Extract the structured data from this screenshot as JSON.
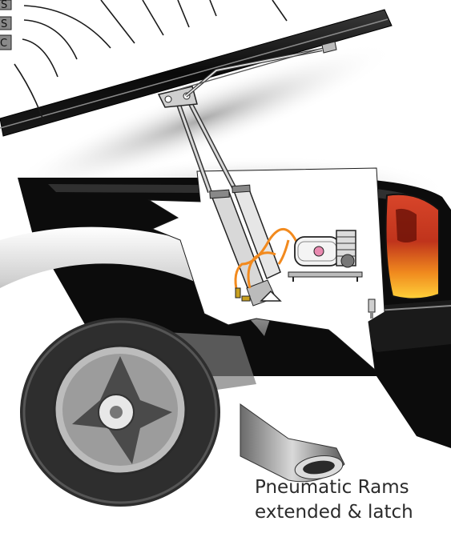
{
  "labels": {
    "tag_1": "S",
    "tag_2": "S",
    "tag_3": "C"
  },
  "caption": {
    "line_1": "Pneumatic Rams",
    "line_2": "extended & latch"
  },
  "colors": {
    "rail": "#141414",
    "truck_body": "#0c0c0c",
    "cutaway": "#ffffff",
    "air_hose": "#f28a1e",
    "tail_light": "#e2521a",
    "tire": "#2e2e2e"
  }
}
